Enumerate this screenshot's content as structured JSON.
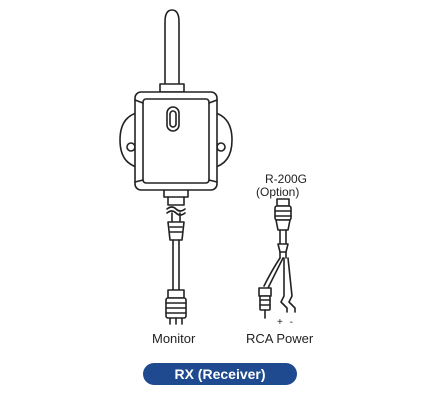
{
  "labels": {
    "monitor": "Monitor",
    "rca_power": "RCA Power",
    "plus_minus": "+ -",
    "model": "R-200G",
    "option": "(Option)"
  },
  "caption": "RX (Receiver)",
  "icons": [
    "antenna-icon",
    "receiver-body-icon",
    "led-indicator-icon",
    "cable-connector-icon"
  ],
  "colors": {
    "caption_bg": "#1f4a8f",
    "caption_text": "#ffffff",
    "line": "#222222"
  }
}
